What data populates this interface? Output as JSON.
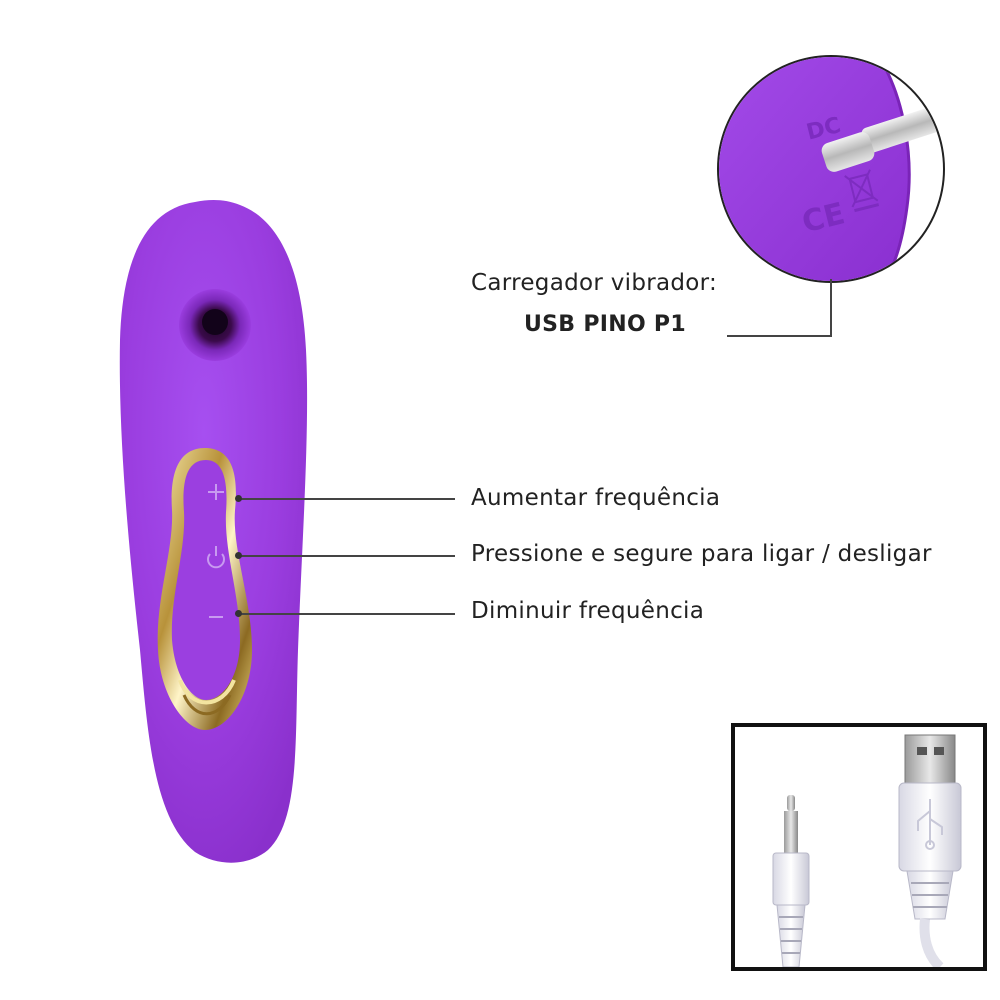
{
  "colors": {
    "device_purple": "#9b3fe0",
    "gold": "#c9a94a",
    "line": "#444444",
    "text": "#222222"
  },
  "labels": {
    "charger_title": "Carregador vibrador:",
    "charger_type": "USB PINO P1",
    "increase": "Aumentar frequência",
    "power": "Pressione e segure para ligar / desligar",
    "decrease": "Diminuir frequência"
  },
  "zoom_markings": {
    "dc": "DC",
    "ce": "CE"
  },
  "icons": {
    "plus": "plus-icon",
    "power": "power-icon",
    "minus": "minus-icon",
    "usb": "usb-symbol-icon"
  }
}
